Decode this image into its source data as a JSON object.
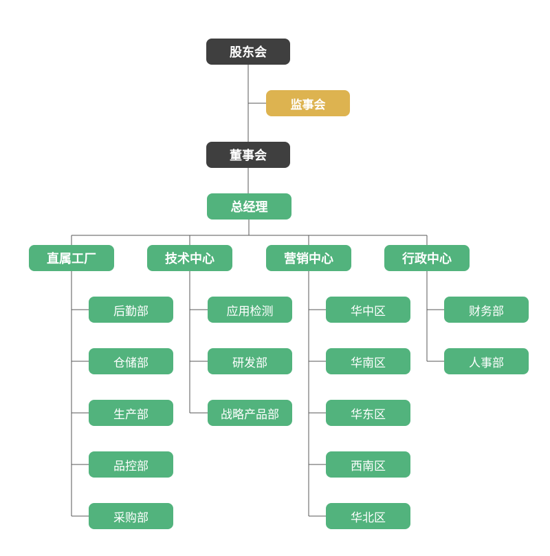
{
  "chart": {
    "shareholders": "股东会",
    "supervisory_board": "监事会",
    "board_of_directors": "董事会",
    "general_manager": "总经理",
    "divisions": [
      {
        "name": "直属工厂",
        "departments": [
          "后勤部",
          "仓储部",
          "生产部",
          "品控部",
          "采购部"
        ]
      },
      {
        "name": "技术中心",
        "departments": [
          "应用检测",
          "研发部",
          "战略产品部"
        ]
      },
      {
        "name": "营销中心",
        "departments": [
          "华中区",
          "华南区",
          "华东区",
          "西南区",
          "华北区"
        ]
      },
      {
        "name": "行政中心",
        "departments": [
          "财务部",
          "人事部"
        ]
      }
    ]
  },
  "colors": {
    "dark_node": "#3f3f3f",
    "gold_node": "#ddb350",
    "green_node": "#52b37d",
    "connector": "#555555"
  }
}
